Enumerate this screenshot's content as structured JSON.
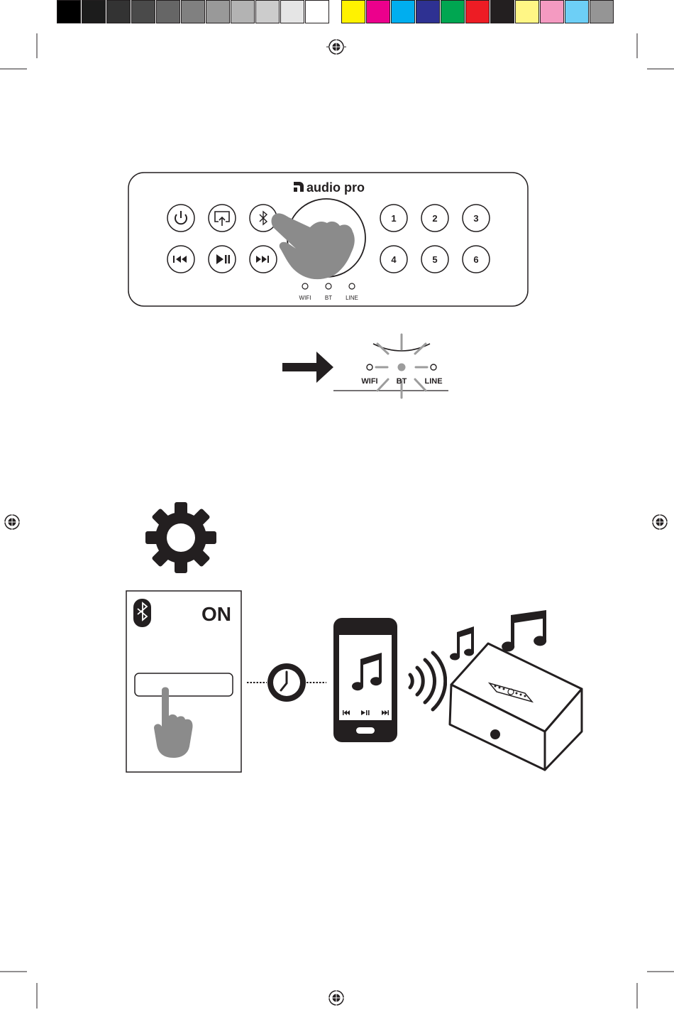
{
  "color_bar": {
    "grays": [
      "#000000",
      "#1c1c1c",
      "#333333",
      "#4a4a4a",
      "#666666",
      "#808080",
      "#999999",
      "#b3b3b3",
      "#cccccc",
      "#e5e5e5",
      "#ffffff"
    ],
    "process": [
      "#fff200",
      "#ec008c",
      "#00aeef",
      "#2e3192",
      "#00a651",
      "#ed1c24",
      "#231f20",
      "#fff685",
      "#f49ac1",
      "#6dcff6",
      "#959595"
    ]
  },
  "panel": {
    "brand": "audio pro",
    "presets": [
      "1",
      "2",
      "3",
      "4",
      "5",
      "6"
    ],
    "indicators": [
      "WIFI",
      "BT",
      "LINE"
    ]
  },
  "zoom": {
    "indicators": [
      "WIFI",
      "BT",
      "LINE"
    ]
  },
  "phone_screen": {
    "status": "ON"
  },
  "icons": {
    "power": "power-icon",
    "airplay": "airplay-icon",
    "bluetooth": "bluetooth-icon",
    "prev": "previous-icon",
    "play_pause": "play-pause-icon",
    "next": "next-icon",
    "settings": "gear-icon",
    "timer": "clock-icon",
    "music": "music-note-icon",
    "wireless": "wireless-signal-icon",
    "speaker": "speaker-icon"
  }
}
